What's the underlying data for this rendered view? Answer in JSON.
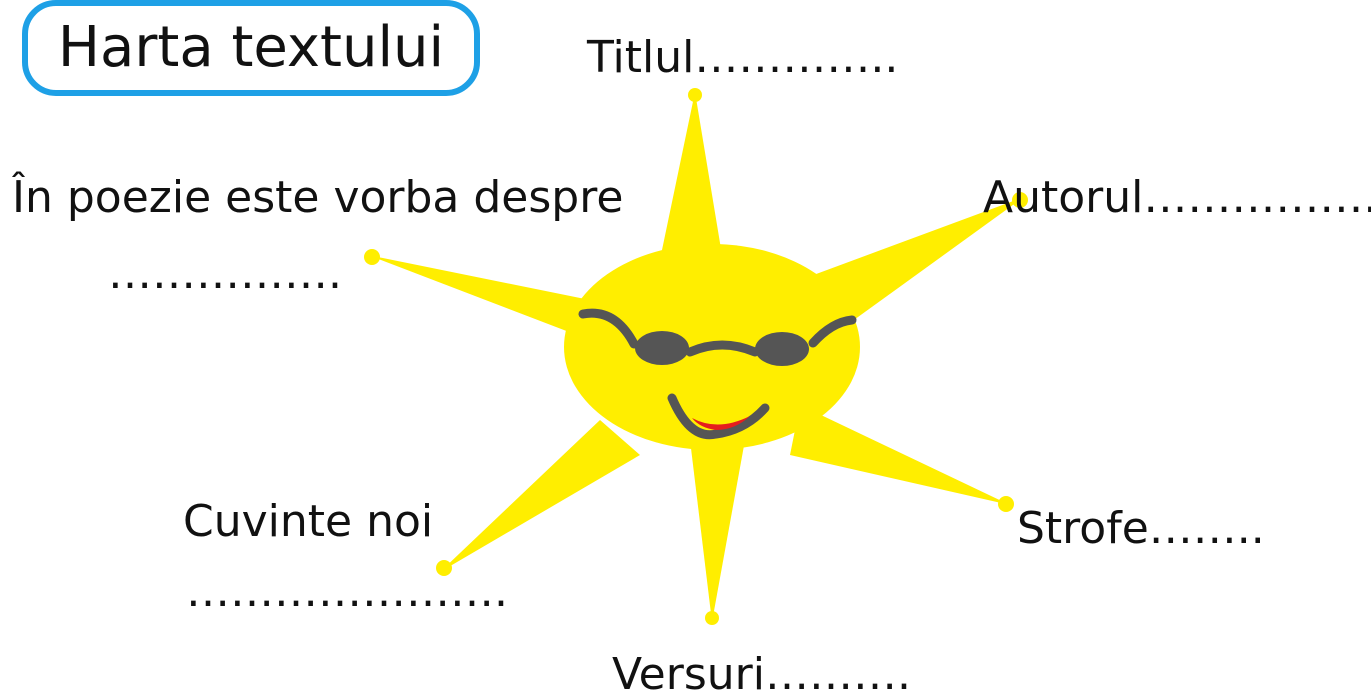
{
  "title": "Harta textului",
  "labels": {
    "titlu": "Titlul…………..",
    "autor": "Autorul……………..",
    "poezie_line1": "În poezie este vorba despre",
    "poezie_line2": "…………….",
    "cuvinte_line1": "Cuvinte noi",
    "cuvinte_line2": "………………….",
    "strofe": "Strofe……..",
    "versuri": "Versuri………."
  },
  "colors": {
    "title_border": "#1ea0e6",
    "sun": "#ffee00",
    "glasses": "#555555",
    "mouth": "#e51e1e"
  }
}
